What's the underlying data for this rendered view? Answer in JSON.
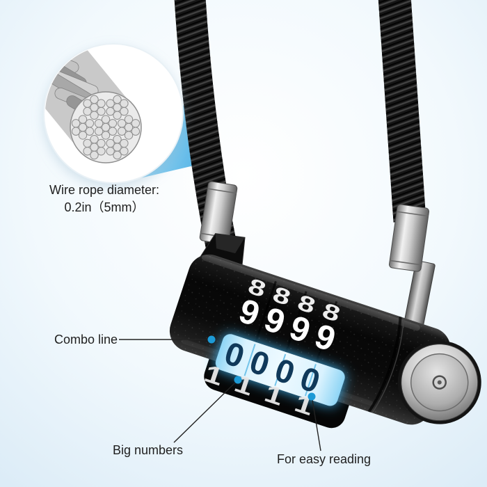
{
  "callouts": {
    "wire_rope": {
      "line1": "Wire rope diameter:",
      "line2": "0.2in（5mm）"
    },
    "combo_line": {
      "label": "Combo line"
    },
    "big_numbers": {
      "label": "Big numbers"
    },
    "easy_reading": {
      "label": "For easy reading"
    }
  },
  "lock_dials": {
    "row_top": "8888",
    "row_second": "9999",
    "row_highlighted": "0000",
    "row_bottom": "1111"
  },
  "colors": {
    "accent_blue": "#1d9ad6",
    "beam_blue": "#55b9e9",
    "dial_highlight": "#cdeffd",
    "background_tint": "#e3f0f9"
  }
}
